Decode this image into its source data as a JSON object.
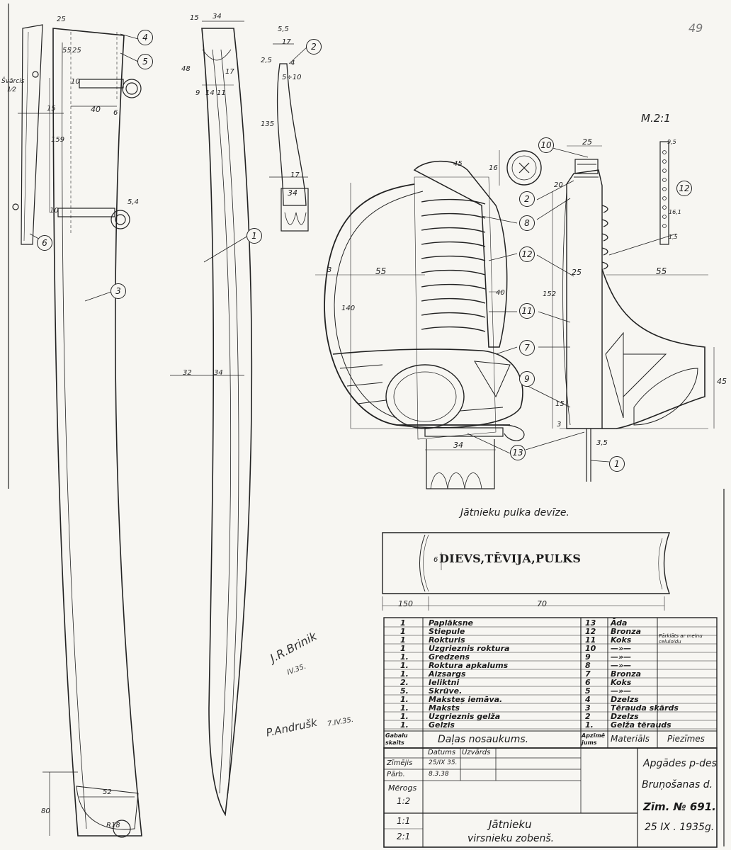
{
  "sheet_number": "49",
  "scale_label": "M.2:1",
  "left_dims": {
    "svarcis": "Švārcis",
    "sv_val": "1⁄2",
    "d25": "25",
    "d55": "55",
    "d25b": "25",
    "d10": "10",
    "d15": "15",
    "d159": "159",
    "d40": "40",
    "d6": "6",
    "d10b": "10",
    "d54": "5,4",
    "d52": "52",
    "d80": "80",
    "dr18": "R18"
  },
  "blade_dims": {
    "d34": "34",
    "d15": "15",
    "d48": "48",
    "d9": "9",
    "d14": "14",
    "d11": "11",
    "d17": "17",
    "d32": "32",
    "d34b": "34"
  },
  "small_part_dims": {
    "d55": "5,5",
    "d17": "17",
    "d25": "2,5",
    "d4": "4",
    "d510": "5÷10",
    "d135": "135",
    "d17b": "17",
    "d34": "34"
  },
  "hilt_dims": {
    "d3": "3",
    "d55": "55",
    "d140": "140",
    "d40": "40",
    "d45": "45",
    "d16": "16",
    "d34": "34"
  },
  "side_dims": {
    "d25": "25",
    "d20": "20",
    "d152": "152",
    "d25b": "25",
    "d55": "55",
    "d15": "15",
    "d3": "3",
    "d35": "3,5",
    "d45": "45",
    "d95": "9,5",
    "d161": "16,1",
    "d15b": "1,5"
  },
  "callouts": [
    "1",
    "2",
    "3",
    "4",
    "5",
    "6",
    "7",
    "8",
    "9",
    "10",
    "11",
    "12",
    "13"
  ],
  "motto": {
    "caption": "Jātnieku pulka devīze.",
    "text": "DIEVS,TĒVIJA,PULKS",
    "dim_6": "6",
    "dim_150": "150",
    "dim_70": "70"
  },
  "parts_table": {
    "left_rows": [
      {
        "qty": "1",
        "name": "Paplāksne"
      },
      {
        "qty": "1",
        "name": "Stiepule"
      },
      {
        "qty": "1",
        "name": "Rokturis"
      },
      {
        "qty": "1",
        "name": "Uzgrieznis roktura"
      },
      {
        "qty": "1.",
        "name": "Gredzens"
      },
      {
        "qty": "1.",
        "name": "Roktura apkalums"
      },
      {
        "qty": "1.",
        "name": "Aizsargs"
      },
      {
        "qty": "2.",
        "name": "Ieliktni"
      },
      {
        "qty": "5.",
        "name": "Skrūve."
      },
      {
        "qty": "1.",
        "name": "Maksteș iemāva."
      },
      {
        "qty": "1.",
        "name": "Maksts"
      },
      {
        "qty": "1.",
        "name": "Uzgrieznis gelža"
      },
      {
        "qty": "1.",
        "name": "Gelzis"
      }
    ],
    "right_rows": [
      {
        "num": "13",
        "mat": "Āda"
      },
      {
        "num": "12",
        "mat": "Bronza"
      },
      {
        "num": "11",
        "mat": "Koks"
      },
      {
        "num": "10",
        "mat": "—»—"
      },
      {
        "num": "9",
        "mat": "—»—"
      },
      {
        "num": "8",
        "mat": "—»—"
      },
      {
        "num": "7",
        "mat": "Bronza"
      },
      {
        "num": "6",
        "mat": "Koks"
      },
      {
        "num": "5",
        "mat": "—»—"
      },
      {
        "num": "4",
        "mat": "Dzelzs"
      },
      {
        "num": "3",
        "mat": "Tērauda skārds"
      },
      {
        "num": "2",
        "mat": "Dzelzs"
      },
      {
        "num": "1.",
        "mat": "Gelža tērauds"
      }
    ],
    "note": "Pārklāts ar melnu celuloīdu",
    "hdr_qty": "Gabalu skaits",
    "hdr_name": "Daļas nosaukums.",
    "hdr_num": "Apzīmē jums",
    "hdr_mat": "Materiāls",
    "hdr_notes": "Piezīmes"
  },
  "title_block": {
    "col_date": "Datums",
    "col_sign": "Uzvārds",
    "row_drawn": "Zīmējis",
    "row_checked": "Pārb.",
    "date1": "25/IX 35.",
    "date2": "8.3.38",
    "scale_hdr": "Mērogs",
    "scales": [
      "1:2",
      "1:1",
      "2:1"
    ],
    "title1": "Jātnieku",
    "title2": "virsnieku zobenš.",
    "dept1": "Apgādes p-des",
    "dept2": "Bruņošanas d.",
    "drawing_no": "Zīm. № 691.",
    "date": "25 IX . 1935g."
  },
  "signatures": {
    "sig1a": "J.R.Brinik",
    "sig1b": "IV.35.",
    "sig2a": "P.Andrušk",
    "sig2b": "7.IV.35."
  }
}
